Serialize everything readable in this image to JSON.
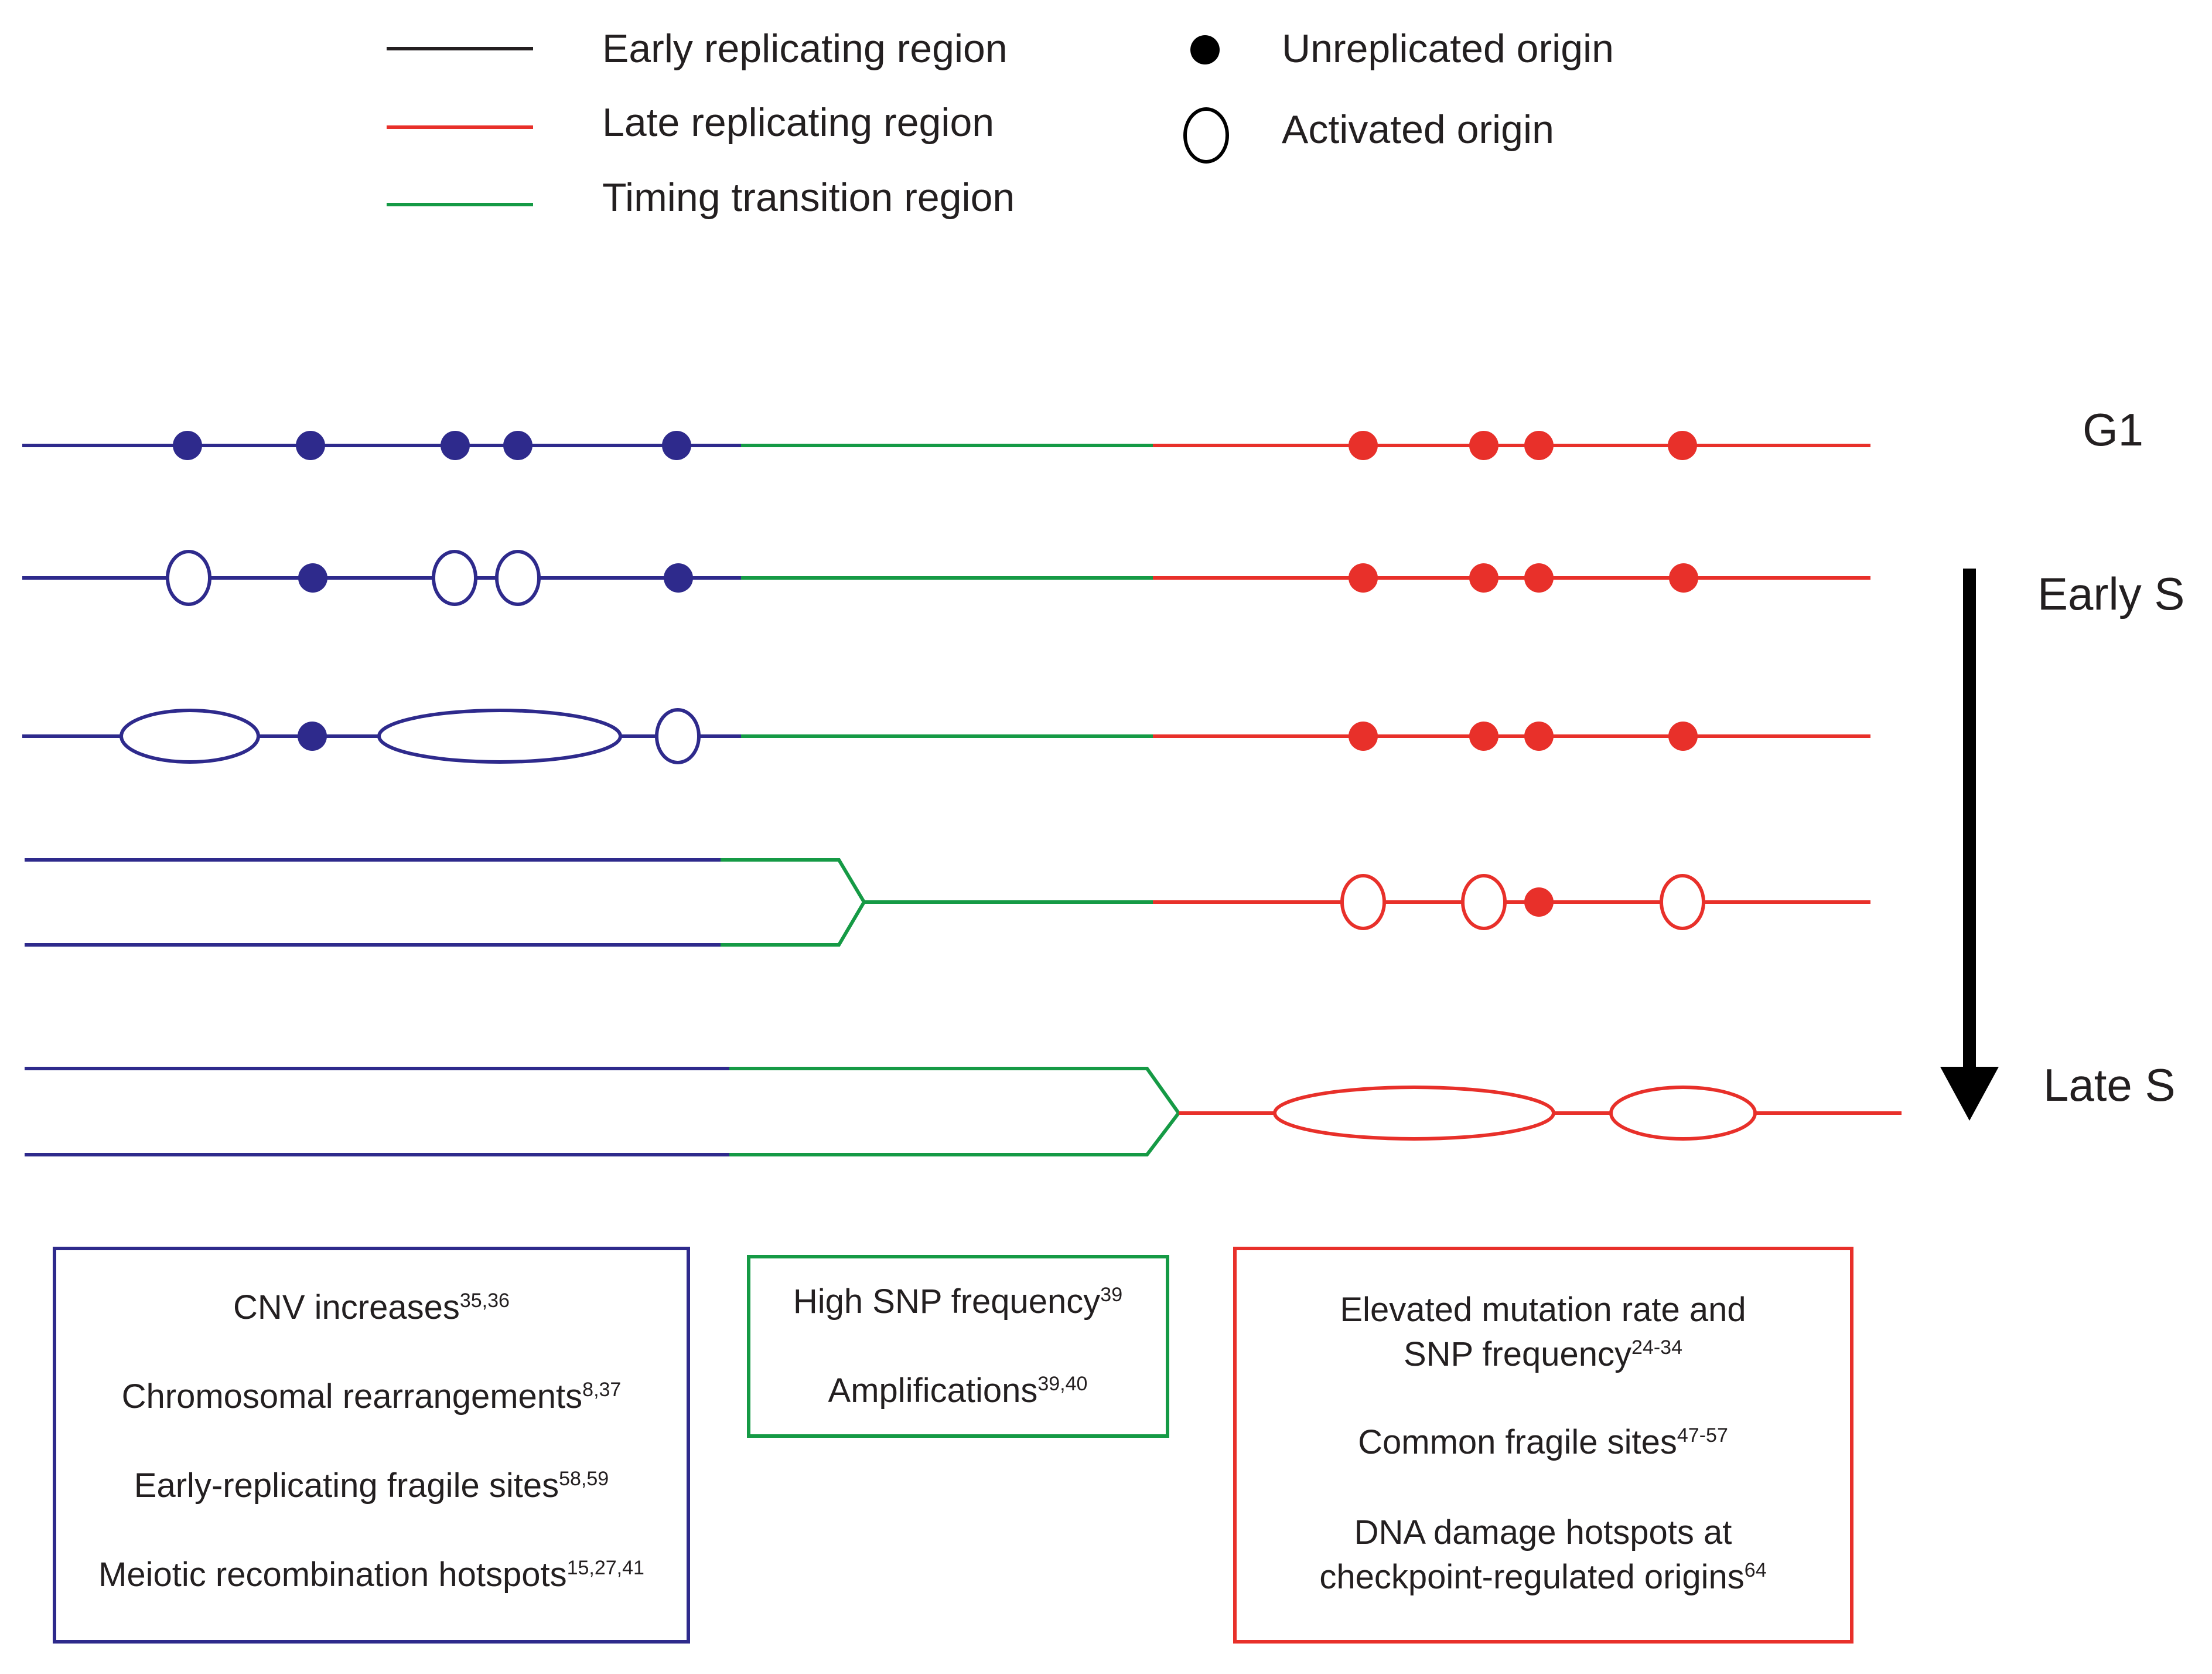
{
  "colors": {
    "early": "#2e2a8c",
    "late": "#e8302a",
    "transition": "#159a45",
    "text": "#231f20",
    "arrow": "#000000"
  },
  "legend": {
    "early_label": "Early replicating region",
    "late_label": "Late replicating region",
    "transition_label": "Timing transition region",
    "unreplicated_label": "Unreplicated origin",
    "activated_label": "Activated origin"
  },
  "stages": {
    "g1": "G1",
    "early_s": "Early S",
    "late_s": "Late S"
  },
  "boxes": {
    "early": [
      {
        "text": "CNV increases",
        "sup": "35,36"
      },
      {
        "text": "Chromosomal rearrangements",
        "sup": "8,37"
      },
      {
        "text": "Early-replicating fragile sites",
        "sup": "58,59"
      },
      {
        "text": "Meiotic recombination hotspots",
        "sup": "15,27,41"
      }
    ],
    "transition": [
      {
        "text": "High SNP frequency",
        "sup": "39"
      },
      {
        "text": "Amplifications",
        "sup": "39,40"
      }
    ],
    "late": [
      {
        "text": "Elevated mutation rate and",
        "sup": ""
      },
      {
        "text": "SNP frequency",
        "sup": "24-34"
      },
      {
        "text": "Common fragile sites",
        "sup": "47-57"
      },
      {
        "text": "DNA damage hotspots at",
        "sup": ""
      },
      {
        "text": "checkpoint-regulated origins",
        "sup": "64"
      }
    ]
  }
}
